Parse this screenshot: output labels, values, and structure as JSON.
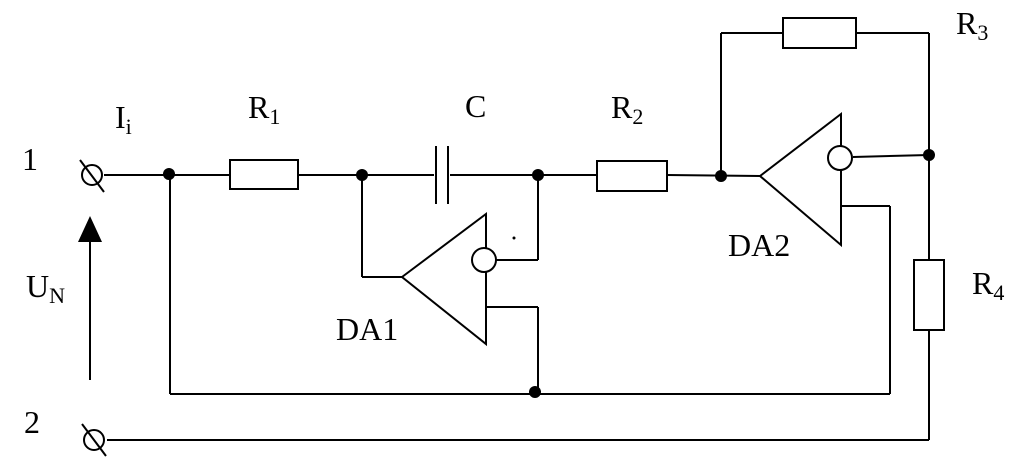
{
  "terminals": {
    "t1": "1",
    "t2": "2"
  },
  "labels": {
    "current_main": "I",
    "current_sub": "i",
    "voltage_main": "U",
    "voltage_sub": "N",
    "r1_main": "R",
    "r1_sub": "1",
    "capacitor": "C",
    "r2_main": "R",
    "r2_sub": "2",
    "r3_main": "R",
    "r3_sub": "3",
    "r4_main": "R",
    "r4_sub": "4",
    "da1": "DA1",
    "da2": "DA2"
  }
}
